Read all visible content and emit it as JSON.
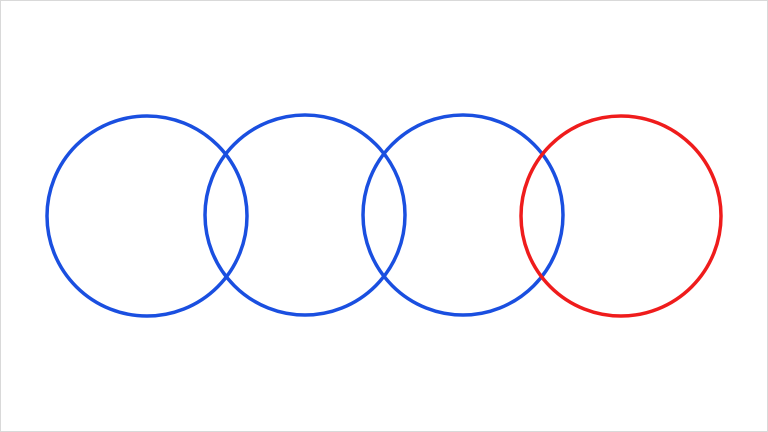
{
  "diagram": {
    "rings": [
      {
        "id": "ring-1",
        "color": "#1a4fe0"
      },
      {
        "id": "ring-2",
        "color": "#1a4fe0"
      },
      {
        "id": "ring-3",
        "color": "#1a4fe0"
      },
      {
        "id": "ring-4",
        "color": "#ef1c1c"
      }
    ]
  }
}
